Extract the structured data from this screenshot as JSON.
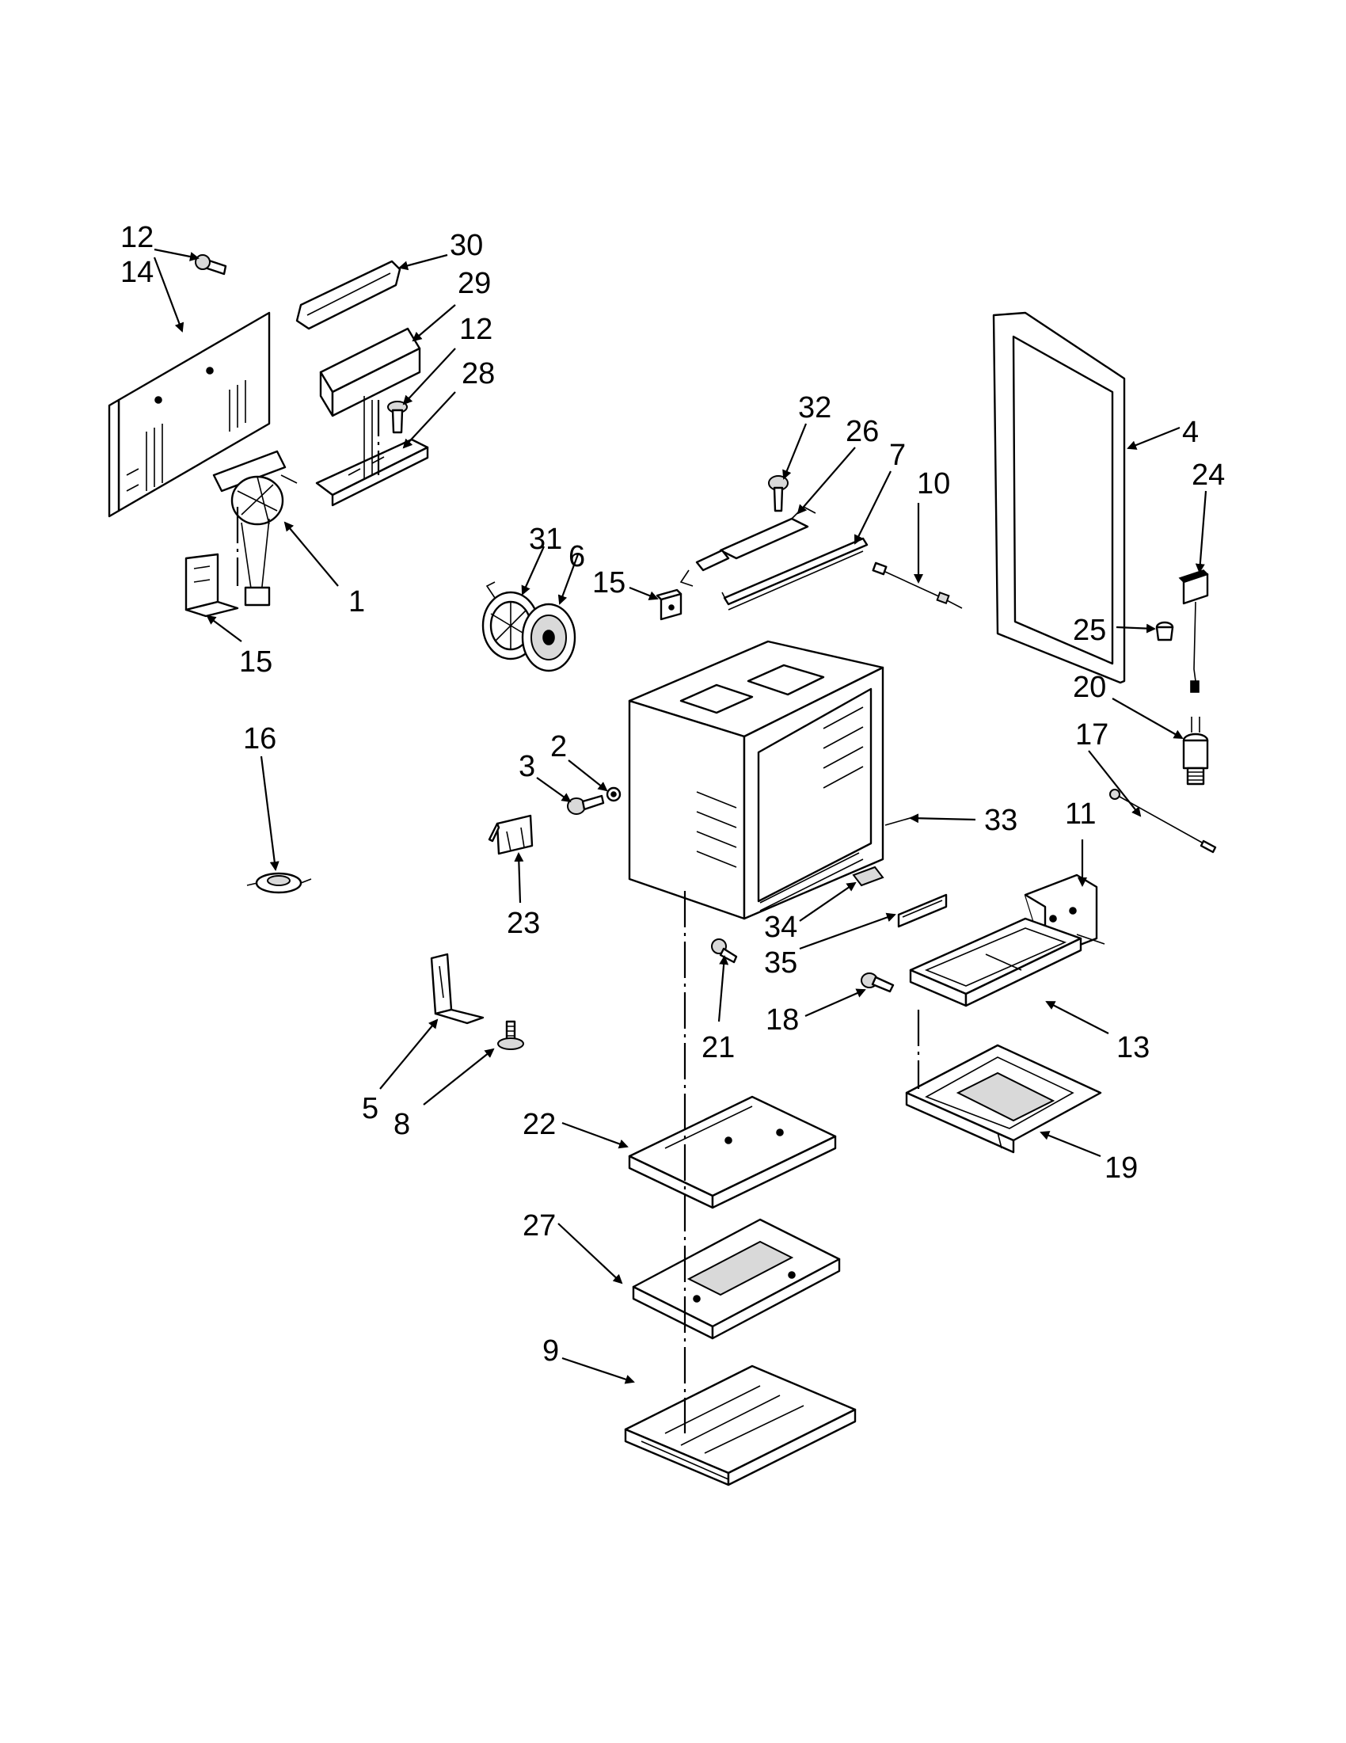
{
  "colors": {
    "background": "#ffffff",
    "ink": "#000000",
    "shade": "#d9d9d9"
  },
  "callouts": {
    "c12a": "12",
    "c14": "14",
    "c30": "30",
    "c29": "29",
    "c12b": "12",
    "c28": "28",
    "c1": "1",
    "c15a": "15",
    "c32": "32",
    "c26": "26",
    "c7": "7",
    "c10": "10",
    "c4": "4",
    "c24": "24",
    "c31": "31",
    "c6": "6",
    "c15b": "15",
    "c25": "25",
    "c20": "20",
    "c16": "16",
    "c2": "2",
    "c3": "3",
    "c17": "17",
    "c33": "33",
    "c11": "11",
    "c23": "23",
    "c34": "34",
    "c35": "35",
    "c21": "21",
    "c18": "18",
    "c13": "13",
    "c5": "5",
    "c8": "8",
    "c22": "22",
    "c19": "19",
    "c27": "27",
    "c9": "9"
  }
}
